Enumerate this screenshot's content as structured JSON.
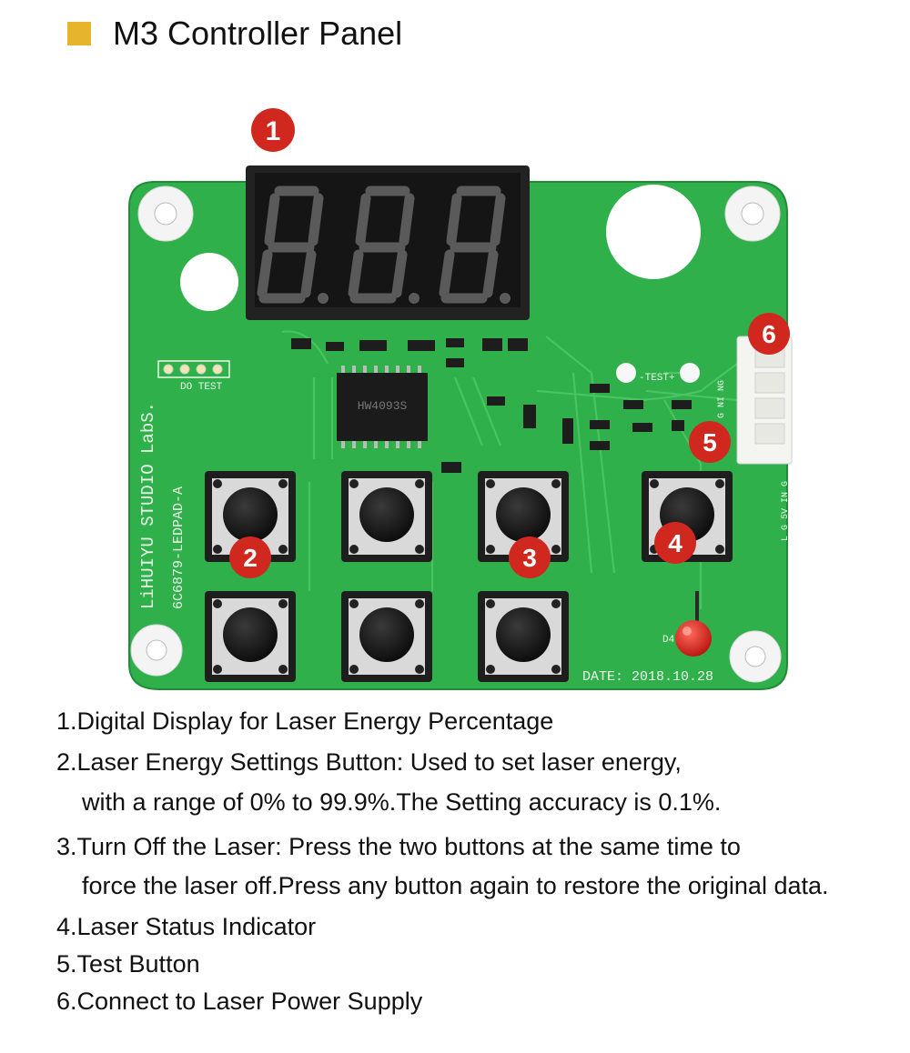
{
  "title": "M3 Controller Panel",
  "title_marker_color": "#e6b52c",
  "board": {
    "silkscreen_brand": "LiHUIYU STUDIO LabS.",
    "silkscreen_model": "6C6879-LEDPAD-A",
    "silkscreen_date": "DATE: 2018.10.28",
    "silkscreen_do_test": "DO TEST",
    "silkscreen_test": "-TEST+",
    "silkscreen_conn_top": "G NI NG",
    "silkscreen_conn_bottom": "L G 5V IN G",
    "silkscreen_d4": "D4",
    "chip_label": "HW4093S",
    "pcb_color": "#2db34a",
    "led_color": "#d81e1e"
  },
  "badges": [
    "1",
    "2",
    "3",
    "4",
    "5",
    "6"
  ],
  "badge_color": "#d0281f",
  "descriptions": {
    "line1": "1.Digital Display for Laser Energy Percentage",
    "line2a": "2.Laser Energy Settings Button: Used to set laser energy,",
    "line2b": "with a range of 0% to 99.9%.The Setting accuracy is 0.1%.",
    "line3a": "3.Turn Off the Laser: Press the two buttons at the same time to",
    "line3b": "force the laser off.Press any button again to restore the original data.",
    "line4": "4.Laser Status Indicator",
    "line5": "5.Test Button",
    "line6": "6.Connect to Laser Power Supply"
  }
}
